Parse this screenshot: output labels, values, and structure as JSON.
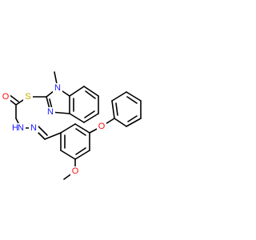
{
  "labels": {
    "n_methyl": "N",
    "n_imine": "N",
    "s": "S",
    "o_carbonyl": "O",
    "nh": "N",
    "nh_h": "H",
    "n_hydrazone": "N",
    "o_methoxy": "O",
    "o_benzyloxy": "O"
  },
  "colors": {
    "bond": "#000000",
    "nitrogen": "#1a1aff",
    "oxygen": "#ff0d0d",
    "sulfur": "#c9a800"
  }
}
